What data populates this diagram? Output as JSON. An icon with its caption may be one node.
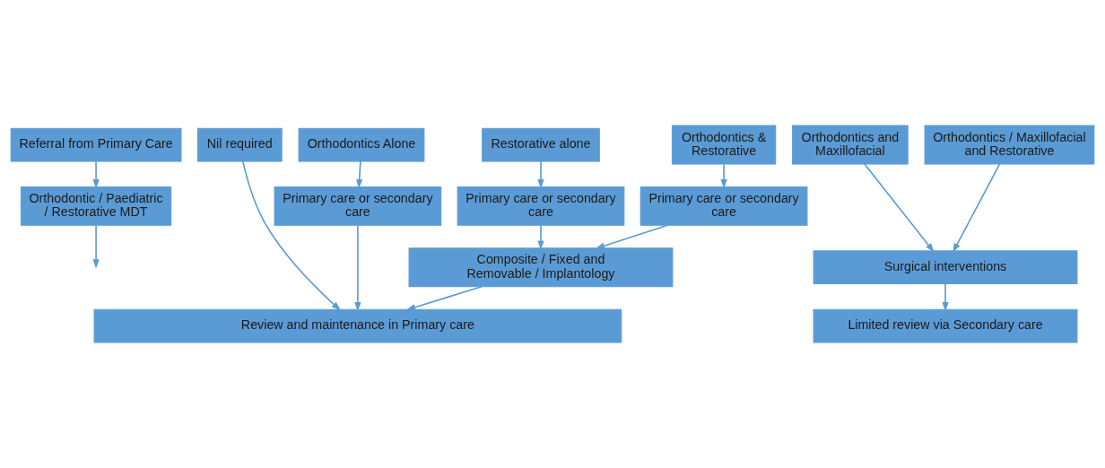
{
  "diagram": {
    "nodes": [
      {
        "text": [
          "Referral from Primary Care"
        ]
      },
      {
        "text": [
          "Orthodontic / Paediatric / Restorative MDT"
        ]
      },
      {
        "text": [
          "Nil required"
        ]
      },
      {
        "text": [
          "Orthodontics Alone"
        ]
      },
      {
        "text": [
          "Restorative alone"
        ]
      },
      {
        "text": [
          "Orthodontics & Restorative"
        ]
      },
      {
        "text": [
          "Orthodontics and Maxillofacial"
        ]
      },
      {
        "text": [
          "Orthodontics / Maxillofacial and Restorative"
        ]
      },
      {
        "text": [
          "Primary care or secondary care"
        ]
      },
      {
        "text": [
          "Primary care or secondary care"
        ]
      },
      {
        "text": [
          "Primary care or secondary care"
        ]
      },
      {
        "text": [
          "Composite / Fixed and Removable / Implantology"
        ]
      },
      {
        "text": [
          "Surgical interventions"
        ]
      },
      {
        "text": [
          "Review and maintenance in Primary care"
        ]
      },
      {
        "text": [
          "Limited review via Secondary care"
        ]
      }
    ],
    "edges": [
      {
        "from": 0,
        "to": 1,
        "arrow": "to"
      },
      {
        "from": 1,
        "to": null,
        "arrow": "to"
      },
      {
        "from": 2,
        "to": 13,
        "arrow": "to"
      },
      {
        "from": 3,
        "to": 8,
        "arrow": "to"
      },
      {
        "from": 8,
        "to": 13,
        "arrow": "to"
      },
      {
        "from": 4,
        "to": 9,
        "arrow": "to"
      },
      {
        "from": 5,
        "to": 10,
        "arrow": "to"
      },
      {
        "from": 9,
        "to": 11,
        "arrow": "to"
      },
      {
        "from": 10,
        "to": 11,
        "arrow": "to"
      },
      {
        "from": 11,
        "to": 13,
        "arrow": "to"
      },
      {
        "from": 6,
        "to": 12,
        "arrow": "to"
      },
      {
        "from": 7,
        "to": 12,
        "arrow": "to"
      },
      {
        "from": 12,
        "to": 14,
        "arrow": "to"
      }
    ]
  }
}
